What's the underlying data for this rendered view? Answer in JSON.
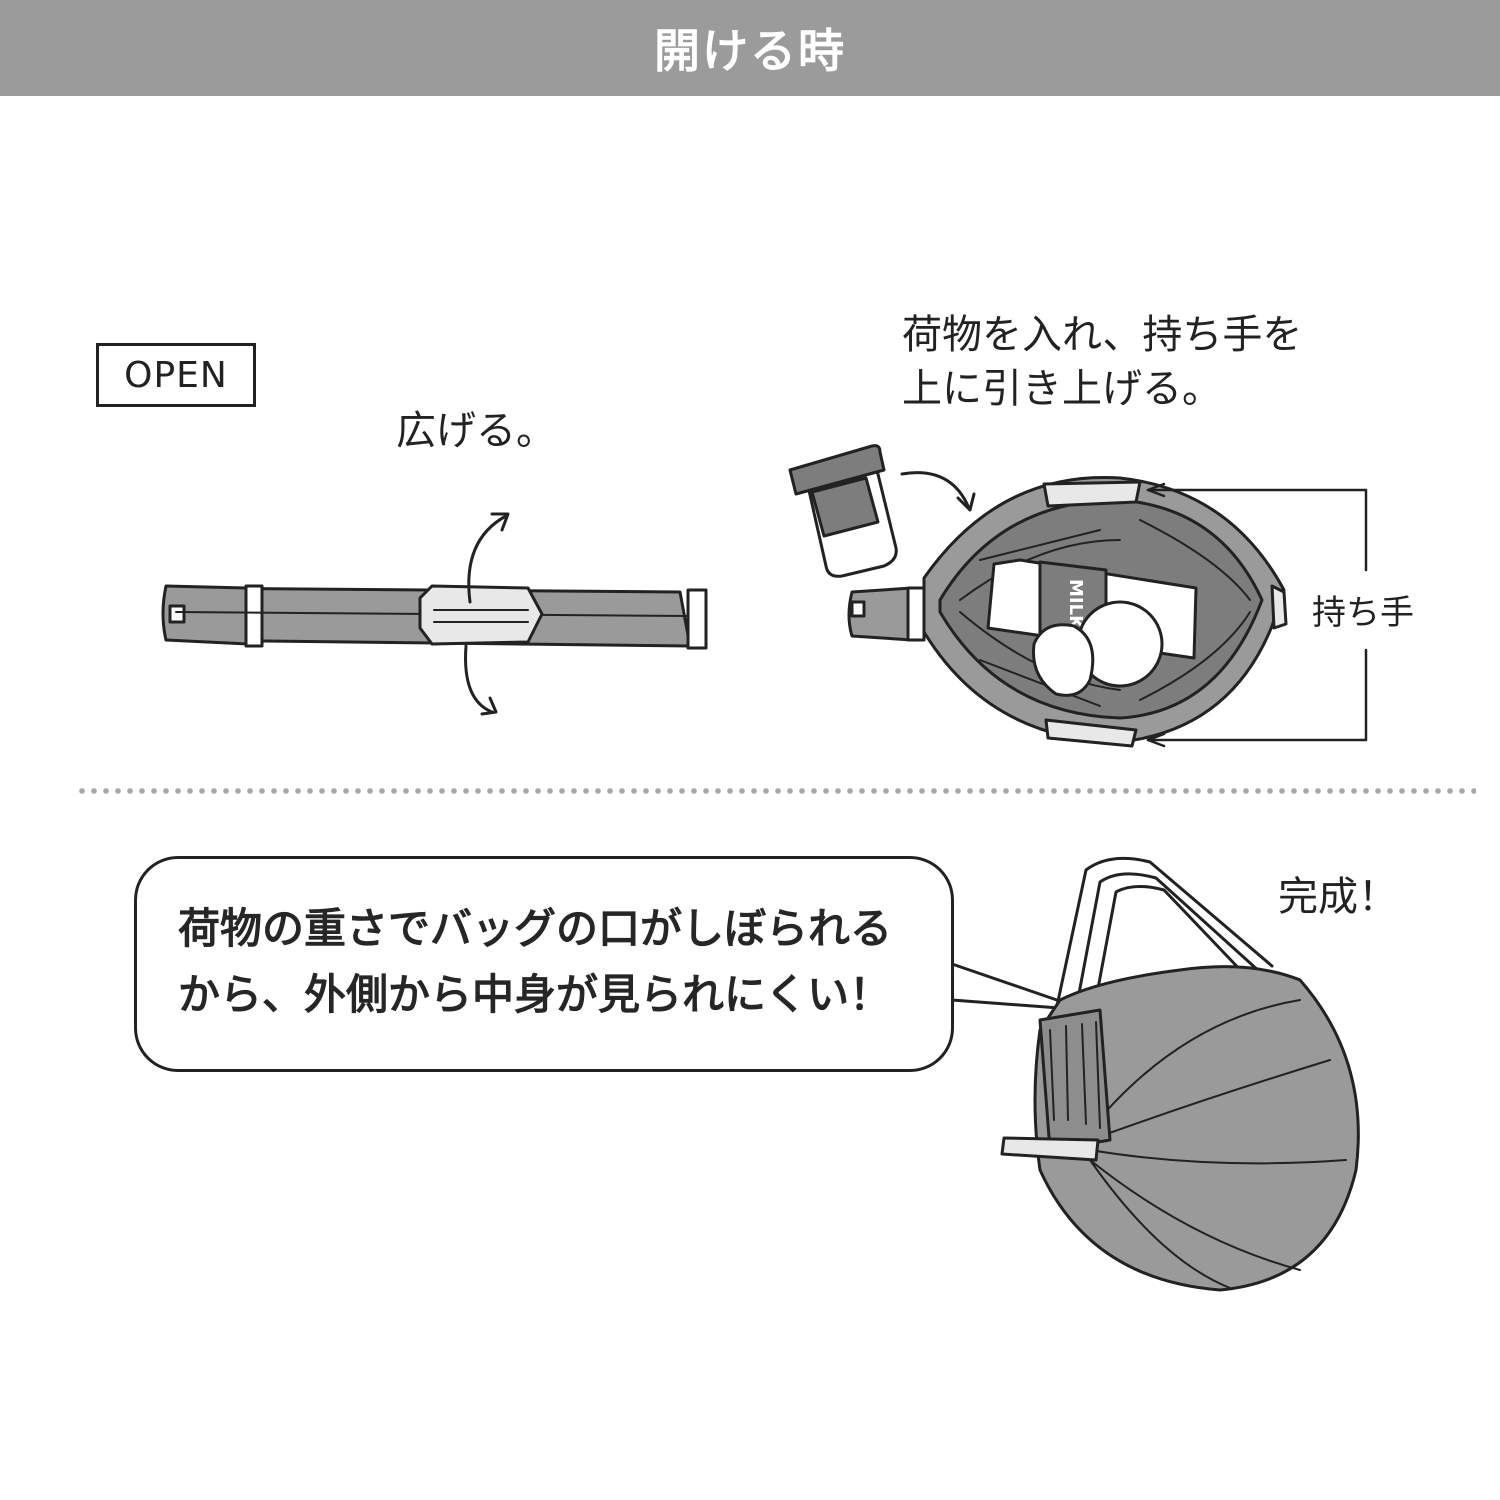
{
  "header": {
    "title": "開ける時"
  },
  "step1": {
    "tag": "OPEN",
    "caption": "広げる。"
  },
  "step2": {
    "caption_line1": "荷物を入れ、持ち手を",
    "caption_line2": "上に引き上げる。",
    "handle_label": "持ち手",
    "carton_label": "MILK"
  },
  "step3": {
    "bubble_line1": "荷物の重さでバッグの口がしぼられる",
    "bubble_line2": "から、外側から中身が見られにくい！",
    "done_label": "完成！"
  },
  "colors": {
    "header_bg": "#9b9b9b",
    "bag_gray": "#9a9a9a",
    "bag_dark": "#7d7d7d",
    "line": "#222222"
  }
}
